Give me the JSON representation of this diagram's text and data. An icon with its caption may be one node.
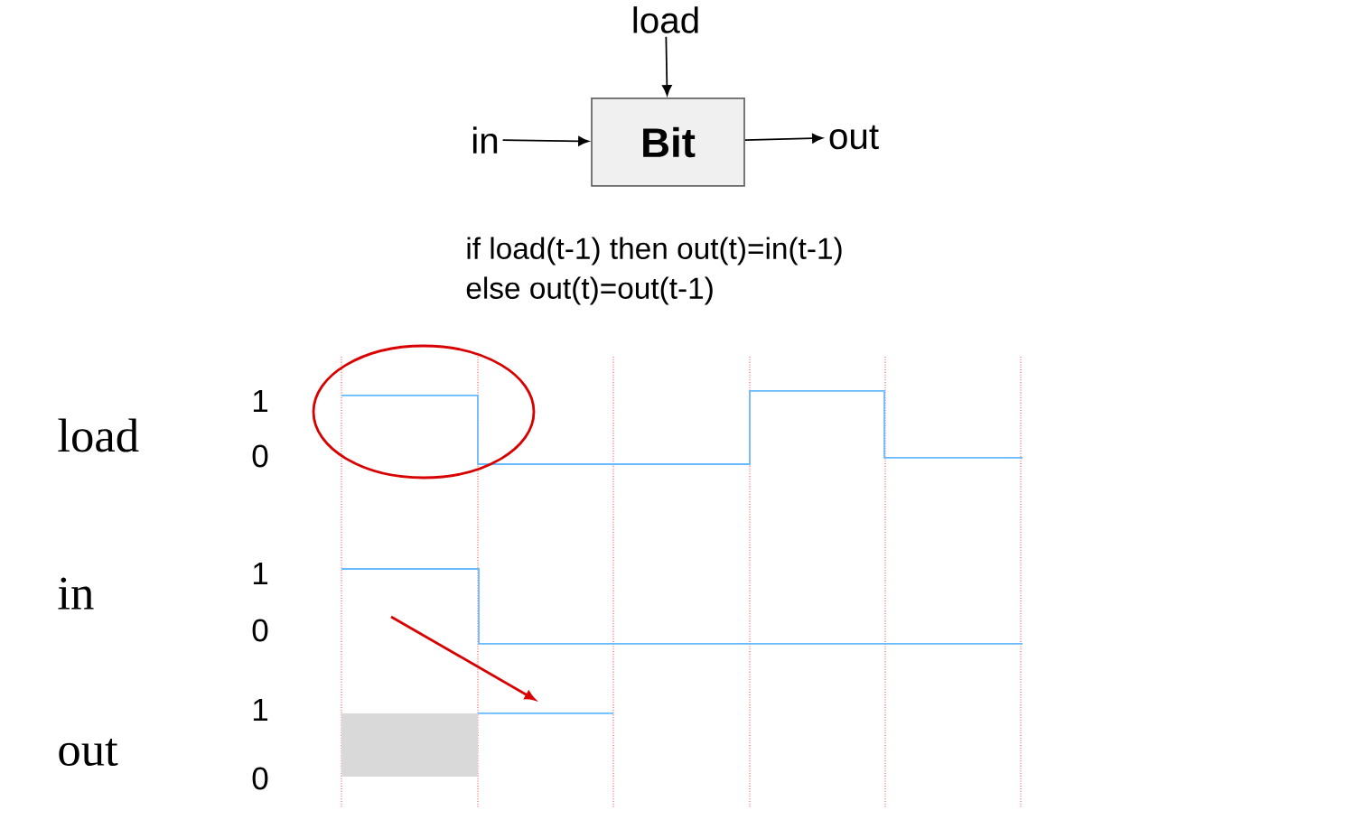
{
  "diagram": {
    "nodes": [
      {
        "text": [
          "load"
        ]
      },
      {
        "text": [
          "in"
        ]
      },
      {
        "text": [
          "Bit"
        ]
      },
      {
        "text": [
          "out"
        ]
      }
    ],
    "edges": [
      {
        "from": 0,
        "to": 2,
        "arrow": "to"
      },
      {
        "from": 1,
        "to": 2,
        "arrow": "to"
      },
      {
        "from": 2,
        "to": 3,
        "arrow": "to"
      }
    ],
    "labels": [
      "if load(t-1) then out(t)=in(t-1)",
      "else out(t)=out(t-1)",
      "load",
      "1",
      "0",
      "in",
      "1",
      "0",
      "out",
      "1",
      "0"
    ]
  }
}
